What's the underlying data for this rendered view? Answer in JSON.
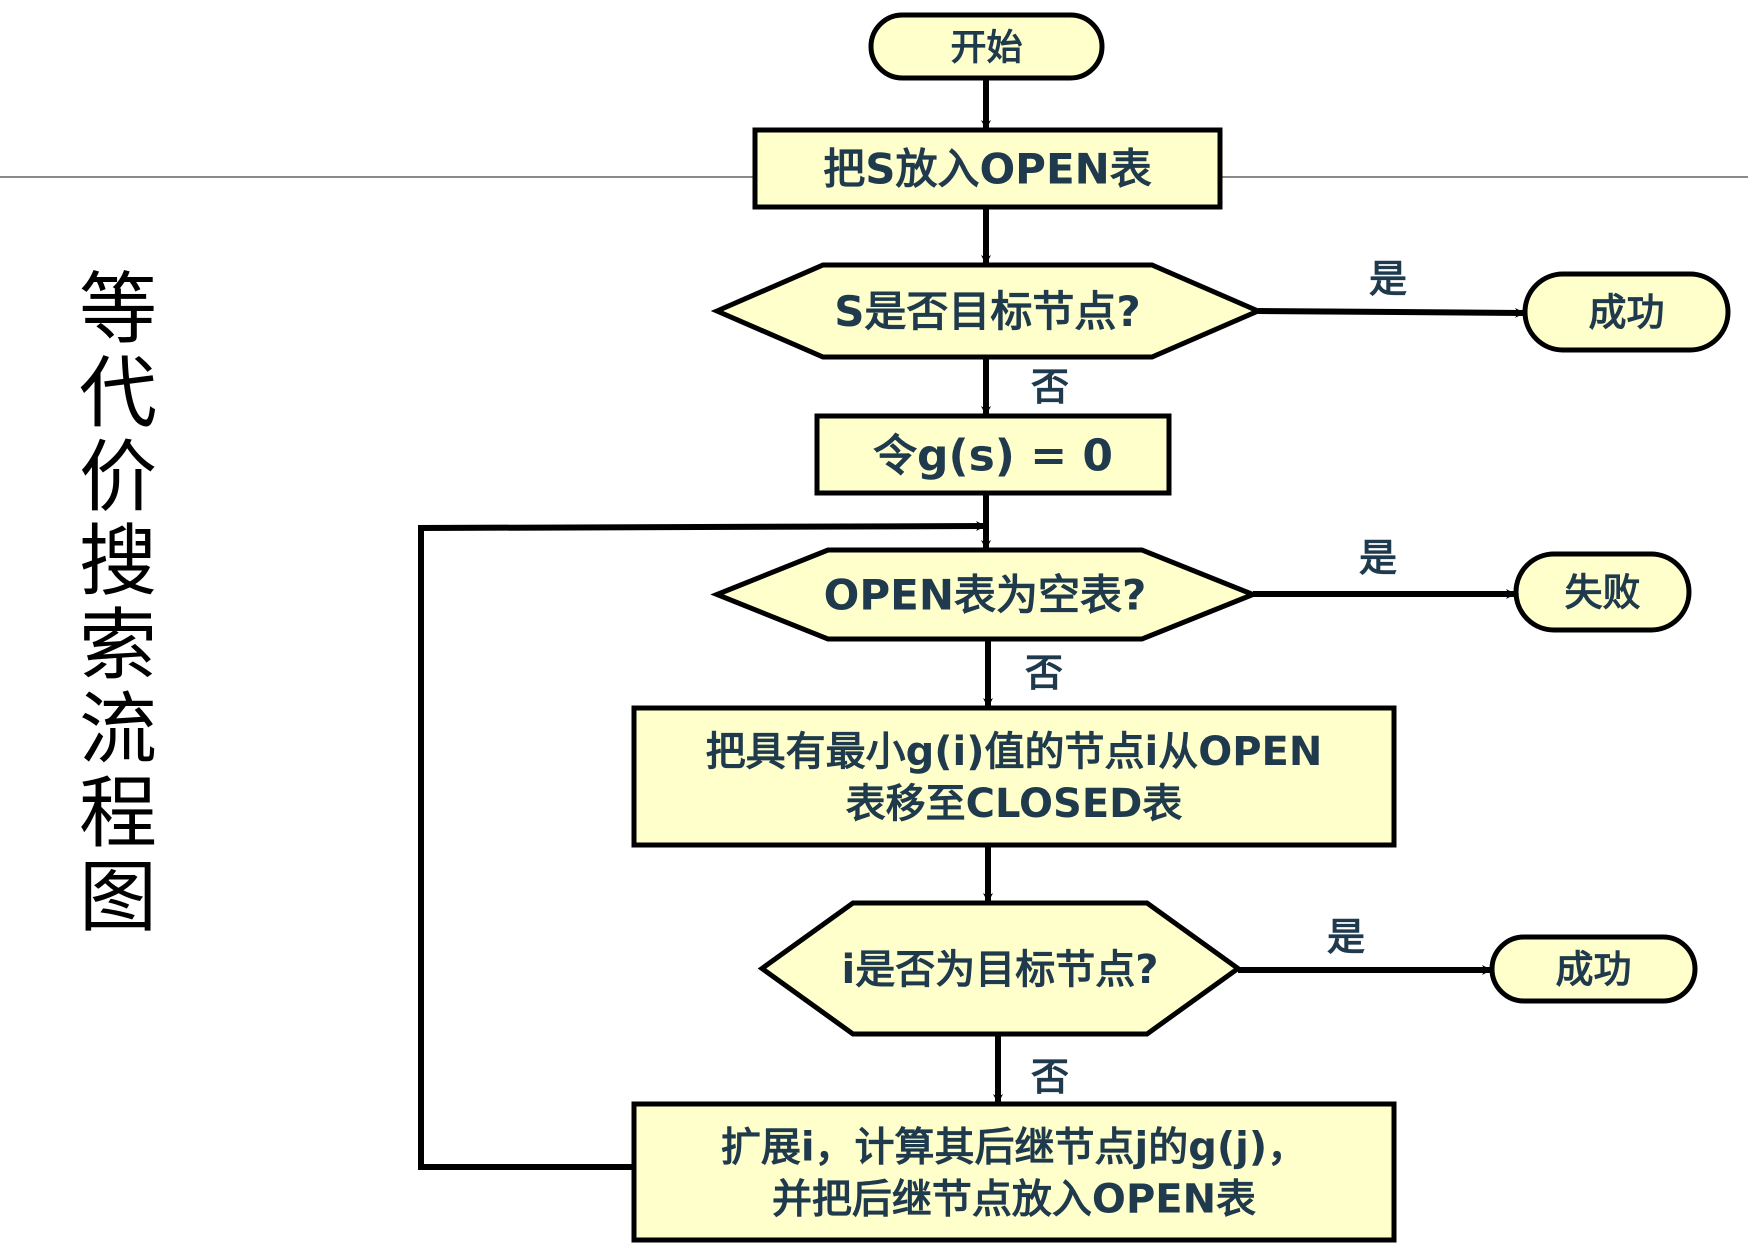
{
  "slide": {
    "title": "等代价搜索流程图"
  },
  "colors": {
    "node_fill": "#FFFFCC",
    "node_stroke": "#000000",
    "text": "#1E3A4C",
    "rule": "#8A8A8A"
  },
  "flowchart": {
    "nodes": {
      "start": {
        "type": "terminal",
        "label": "开始"
      },
      "put_s_open": {
        "type": "process",
        "label": "把S放入OPEN表"
      },
      "is_s_goal": {
        "type": "decision",
        "label": "S是否目标节点?"
      },
      "success_1": {
        "type": "terminal",
        "label": "成功"
      },
      "set_g": {
        "type": "process",
        "label": "令g(s) = 0"
      },
      "open_empty": {
        "type": "decision",
        "label": "OPEN表为空表?"
      },
      "fail": {
        "type": "terminal",
        "label": "失败"
      },
      "move_min": {
        "type": "process",
        "label_lines": [
          "把具有最小g(i)值的节点i从OPEN",
          "表移至CLOSED表"
        ]
      },
      "is_i_goal": {
        "type": "decision",
        "label": "i是否为目标节点?"
      },
      "success_2": {
        "type": "terminal",
        "label": "成功"
      },
      "expand": {
        "type": "process",
        "label_lines": [
          "扩展i，计算其后继节点j的g(j)，",
          "并把后继节点放入OPEN表"
        ]
      }
    },
    "edges": [
      {
        "from": "start",
        "to": "put_s_open",
        "label": ""
      },
      {
        "from": "put_s_open",
        "to": "is_s_goal",
        "label": ""
      },
      {
        "from": "is_s_goal",
        "to": "success_1",
        "label": "是"
      },
      {
        "from": "is_s_goal",
        "to": "set_g",
        "label": "否"
      },
      {
        "from": "set_g",
        "to": "open_empty",
        "label": ""
      },
      {
        "from": "open_empty",
        "to": "fail",
        "label": "是"
      },
      {
        "from": "open_empty",
        "to": "move_min",
        "label": "否"
      },
      {
        "from": "move_min",
        "to": "is_i_goal",
        "label": ""
      },
      {
        "from": "is_i_goal",
        "to": "success_2",
        "label": "是"
      },
      {
        "from": "is_i_goal",
        "to": "expand",
        "label": "否"
      },
      {
        "from": "expand",
        "to": "open_empty",
        "label": ""
      }
    ]
  }
}
